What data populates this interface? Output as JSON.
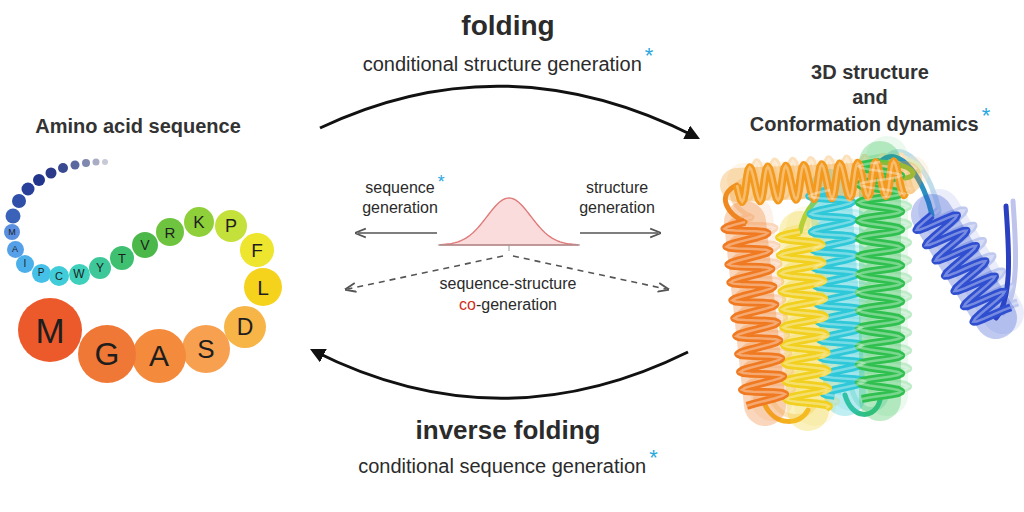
{
  "diagram": {
    "nodes": [
      {
        "text": [
          "M"
        ]
      },
      {
        "text": [
          "A"
        ]
      },
      {
        "text": [
          "I"
        ]
      },
      {
        "text": [
          "P"
        ]
      },
      {
        "text": [
          "C"
        ]
      },
      {
        "text": [
          "W"
        ]
      },
      {
        "text": [
          "Y"
        ]
      },
      {
        "text": [
          "T"
        ]
      },
      {
        "text": [
          "V"
        ]
      },
      {
        "text": [
          "R"
        ]
      },
      {
        "text": [
          "K"
        ]
      },
      {
        "text": [
          "P"
        ]
      },
      {
        "text": [
          "F"
        ]
      },
      {
        "text": [
          "L"
        ]
      },
      {
        "text": [
          "D"
        ]
      },
      {
        "text": [
          "S"
        ]
      },
      {
        "text": [
          "A"
        ]
      },
      {
        "text": [
          "G"
        ]
      },
      {
        "text": [
          "M"
        ]
      }
    ],
    "labels": [
      "folding",
      "conditional structure generation",
      "*",
      "Amino acid sequence",
      "3D structure",
      "and",
      "Conformation dynamics",
      "*",
      "sequence generation",
      "*",
      "structure generation",
      "sequence-structure",
      "co",
      "-generation",
      "inverse folding",
      "conditional sequence generation",
      "*"
    ]
  }
}
